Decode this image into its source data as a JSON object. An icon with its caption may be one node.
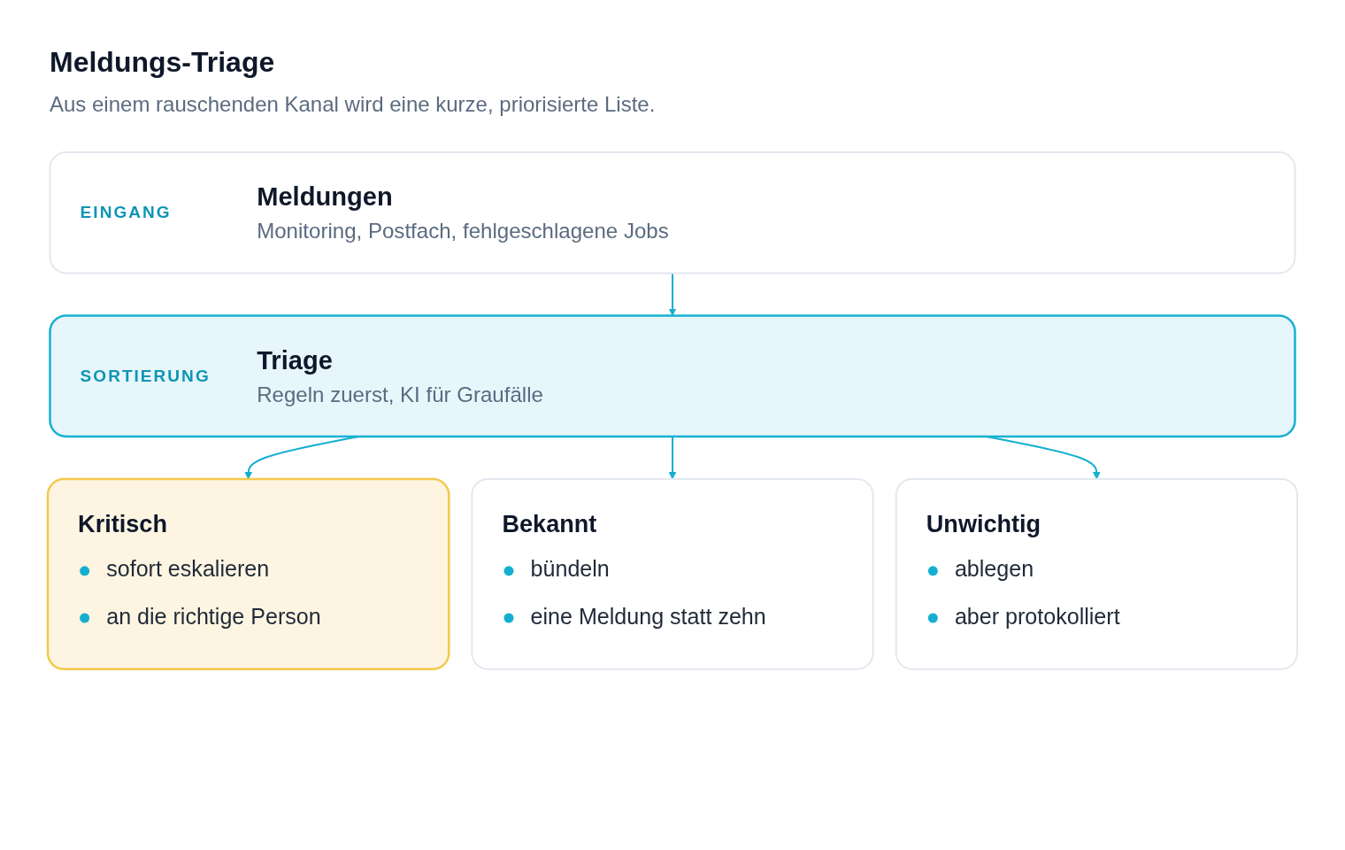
{
  "diagram": {
    "title": "Meldungs-Triage",
    "caption": "Aus einem rauschenden Kanal wird eine kurze, priorisierte Liste.",
    "nodes": [
      {
        "text": [
          "EINGANG",
          "Meldungen",
          "Monitoring, Postfach, fehlgeschlagene Jobs"
        ]
      },
      {
        "text": [
          "SORTIERUNG",
          "Triage",
          "Regeln zuerst, KI für Graufälle"
        ]
      },
      {
        "text": [
          "Kritisch",
          "sofort eskalieren",
          "an die richtige Person"
        ]
      },
      {
        "text": [
          "Bekannt",
          "bündeln",
          "eine Meldung statt zehn"
        ]
      },
      {
        "text": [
          "Unwichtig",
          "ablegen",
          "aber protokolliert"
        ]
      }
    ],
    "edges": [
      {
        "from": 0,
        "to": 1,
        "arrow": "to"
      },
      {
        "from": 1,
        "to": 2,
        "arrow": "to"
      },
      {
        "from": 1,
        "to": 3,
        "arrow": "to"
      },
      {
        "from": 1,
        "to": 4,
        "arrow": "to"
      }
    ]
  }
}
